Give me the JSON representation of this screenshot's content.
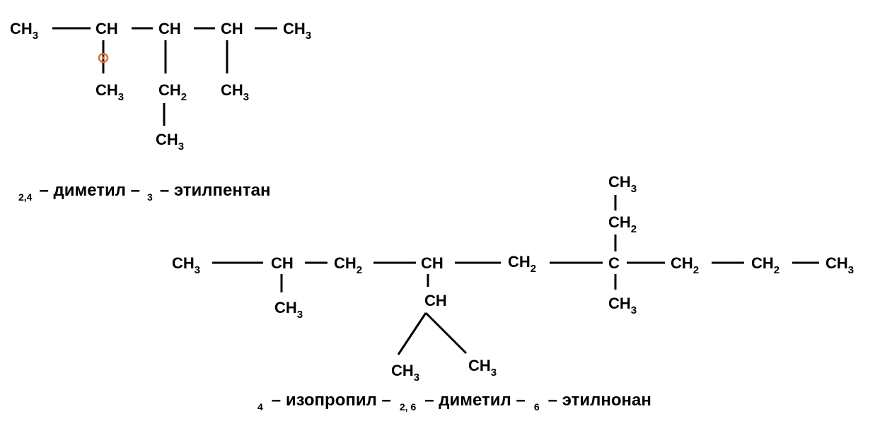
{
  "molecule1": {
    "main_chain": [
      {
        "id": "m1-c1",
        "base": "CH",
        "sub": "3"
      },
      {
        "id": "m1-c2",
        "base": "CH",
        "sub": ""
      },
      {
        "id": "m1-c3",
        "base": "CH",
        "sub": ""
      },
      {
        "id": "m1-c4",
        "base": "CH",
        "sub": ""
      },
      {
        "id": "m1-c5",
        "base": "CH",
        "sub": "3"
      }
    ],
    "branches": [
      {
        "id": "m1-b1",
        "base": "CH",
        "sub": "3"
      },
      {
        "id": "m1-b2",
        "base": "CH",
        "sub": "2"
      },
      {
        "id": "m1-b3",
        "base": "CH",
        "sub": "3"
      },
      {
        "id": "m1-b4",
        "base": "CH",
        "sub": "3"
      }
    ],
    "name": {
      "locants_a": "2,4",
      "part_a": "– диметил –",
      "locant_b": "3",
      "part_b": "– этилпентан"
    }
  },
  "molecule2": {
    "main_chain": [
      {
        "id": "m2-c1",
        "base": "CH",
        "sub": "3"
      },
      {
        "id": "m2-c2",
        "base": "CH",
        "sub": ""
      },
      {
        "id": "m2-c3",
        "base": "CH",
        "sub": "2"
      },
      {
        "id": "m2-c4",
        "base": "CH",
        "sub": ""
      },
      {
        "id": "m2-c5",
        "base": "CH",
        "sub": "2"
      },
      {
        "id": "m2-c6",
        "base": "C",
        "sub": ""
      },
      {
        "id": "m2-c7",
        "base": "CH",
        "sub": "2"
      },
      {
        "id": "m2-c8",
        "base": "CH",
        "sub": "2"
      },
      {
        "id": "m2-c9",
        "base": "CH",
        "sub": "3"
      }
    ],
    "branches": [
      {
        "id": "m2-b1",
        "base": "CH",
        "sub": "3"
      },
      {
        "id": "m2-b2",
        "base": "CH",
        "sub": ""
      },
      {
        "id": "m2-b3",
        "base": "CH",
        "sub": "3"
      },
      {
        "id": "m2-b4",
        "base": "CH",
        "sub": "3"
      },
      {
        "id": "m2-b5",
        "base": "CH",
        "sub": "3"
      },
      {
        "id": "m2-b6",
        "base": "CH",
        "sub": "2"
      },
      {
        "id": "m2-b7",
        "base": "CH",
        "sub": "3"
      }
    ],
    "name": {
      "locant_a": "4",
      "part_a": "– изопропил –",
      "locant_b": "2, 6",
      "part_b": "– диметил –",
      "locant_c": "6",
      "part_c": "– этилнонан"
    }
  },
  "colors": {
    "ink": "#000000",
    "cursor_mark": "#e07040"
  }
}
